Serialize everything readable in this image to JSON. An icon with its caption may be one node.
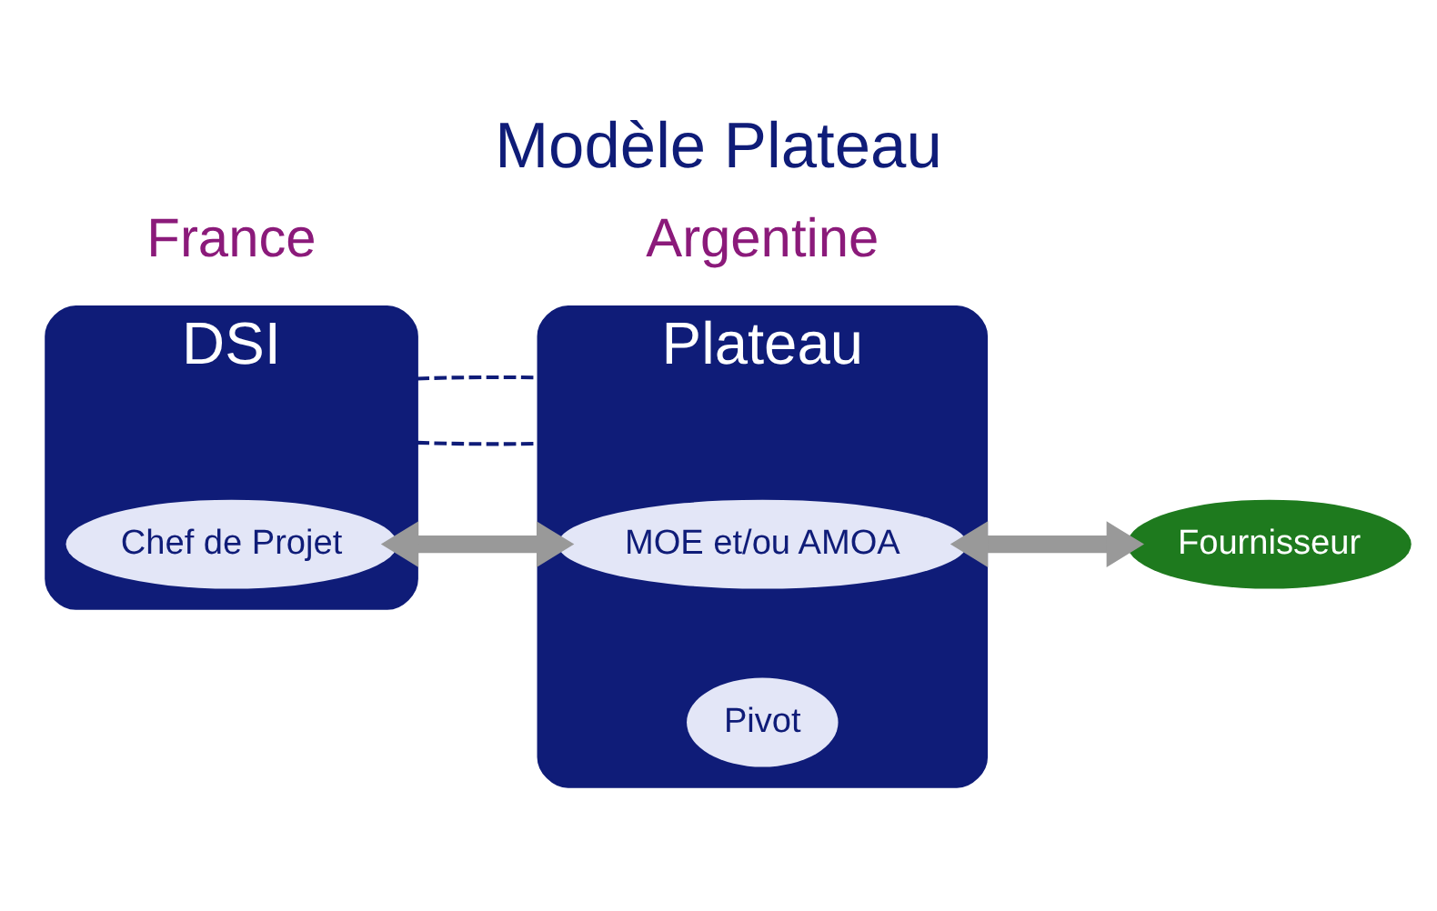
{
  "diagram": {
    "title": "Modèle Plateau",
    "nodes": [
      {
        "text": [
          "DSI"
        ]
      },
      {
        "text": [
          "Chef de Projet"
        ],
        "in": 0
      },
      {
        "text": [
          "Plateau"
        ]
      },
      {
        "text": [
          "MOE et/ou AMOA"
        ],
        "in": 2
      },
      {
        "text": [
          "Pivot"
        ],
        "in": 2
      },
      {
        "text": [
          "Fournisseur"
        ]
      }
    ],
    "edges": [
      {
        "from": 0,
        "to": 2,
        "arrow": "none",
        "style": "dashed"
      },
      {
        "from": 0,
        "to": 2,
        "arrow": "none",
        "style": "dashed"
      },
      {
        "from": 1,
        "to": 3,
        "arrow": "both",
        "style": "thick",
        "color": "#999999"
      },
      {
        "from": 3,
        "to": 5,
        "arrow": "both",
        "style": "thick",
        "color": "#999999"
      }
    ],
    "labels": [
      "France",
      "Argentine"
    ]
  }
}
